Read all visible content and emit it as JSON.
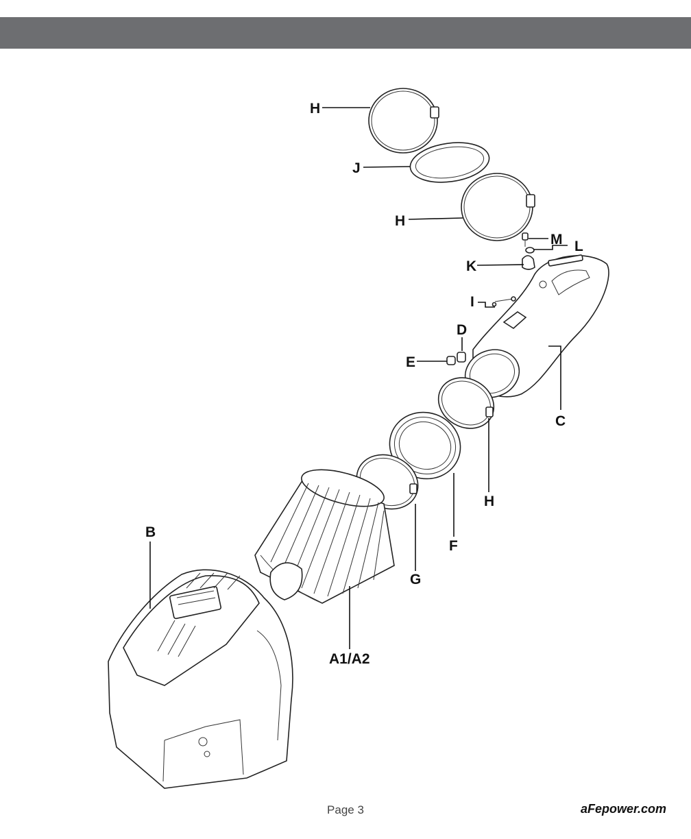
{
  "footer": {
    "page": "Page 3",
    "website": "aFepower.com"
  },
  "callouts": {
    "h_top": "H",
    "j": "J",
    "h_mid": "H",
    "m": "M",
    "l": "L",
    "k": "K",
    "i": "I",
    "d": "D",
    "e": "E",
    "c": "C",
    "h_low": "H",
    "f": "F",
    "g": "G",
    "b": "B",
    "a1a2": "A1/A2"
  },
  "colors": {
    "header_bar": "#6d6e71",
    "line_art": "#222222"
  }
}
